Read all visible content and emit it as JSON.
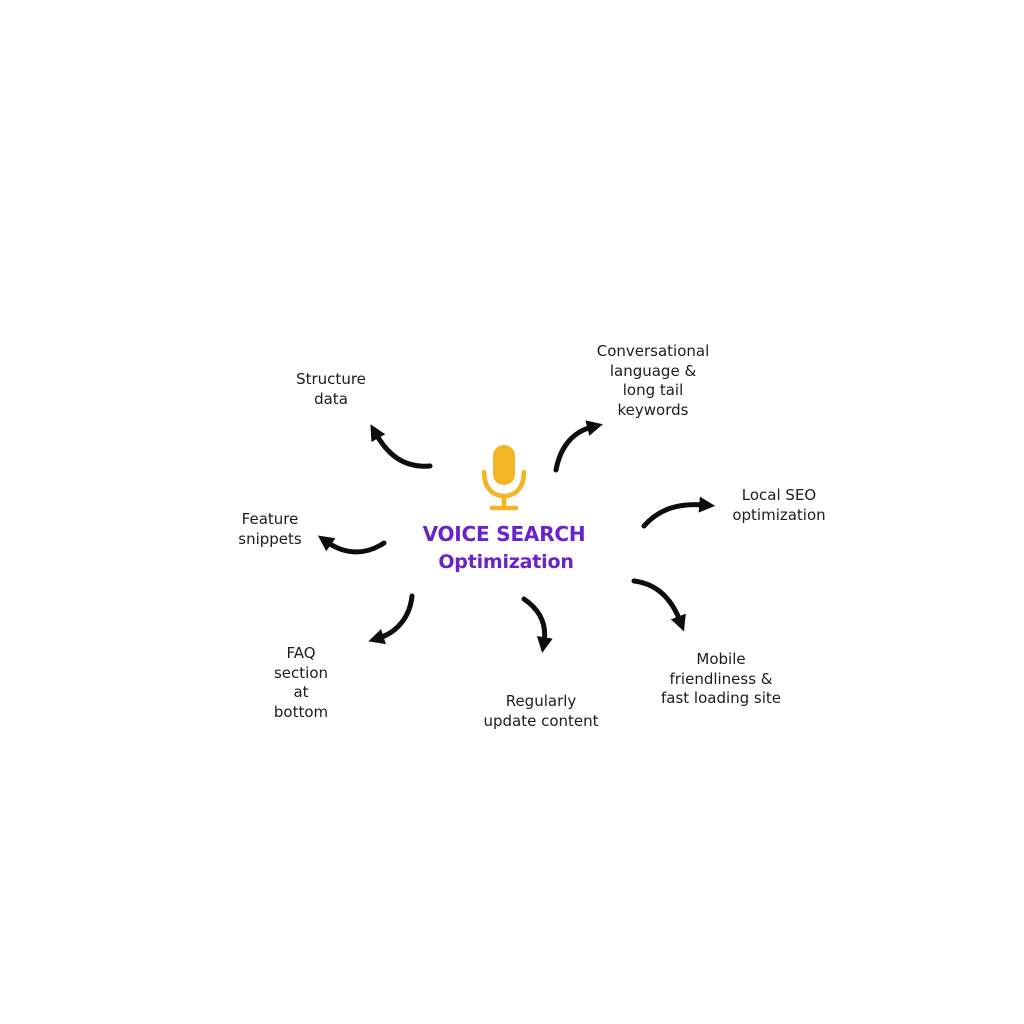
{
  "center": {
    "title": "VOICE SEARCH",
    "subtitle": "Optimization",
    "icon": "microphone-icon",
    "title_color": "#6a22c9",
    "icon_color": "#f4b524"
  },
  "arrow_color": "#0d0d0d",
  "nodes": [
    {
      "id": "structure-data",
      "text": "Structure\ndata"
    },
    {
      "id": "conversational-language",
      "text": "Conversational\nlanguage &\nlong tail\nkeywords"
    },
    {
      "id": "local-seo",
      "text": "Local SEO\noptimization"
    },
    {
      "id": "feature-snippets",
      "text": "Feature\nsnippets"
    },
    {
      "id": "faq-section",
      "text": "FAQ\nsection\nat\nbottom"
    },
    {
      "id": "regularly-update",
      "text": "Regularly\nupdate content"
    },
    {
      "id": "mobile-friendliness",
      "text": "Mobile\nfriendliness &\nfast loading site"
    }
  ]
}
